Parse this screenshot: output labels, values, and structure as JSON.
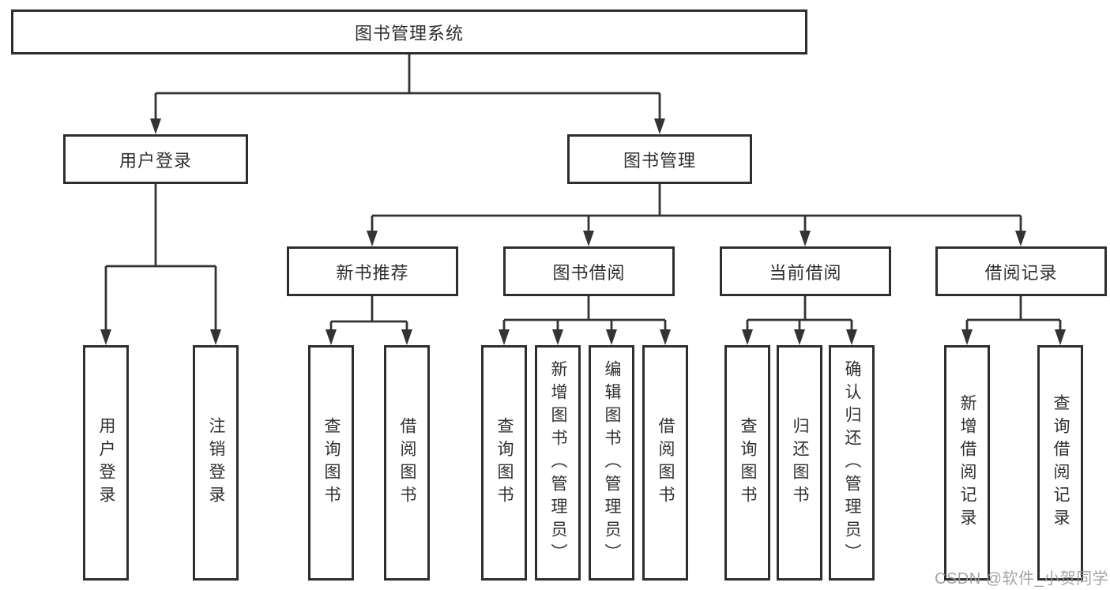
{
  "watermark": "CSDN @软件_小贺同学",
  "tree": {
    "root": {
      "label": "图书管理系统",
      "children": [
        {
          "label": "用户登录",
          "children": [
            {
              "label": "用户登录"
            },
            {
              "label": "注销登录"
            }
          ]
        },
        {
          "label": "图书管理",
          "children": [
            {
              "label": "新书推荐",
              "children": [
                {
                  "label": "查询图书"
                },
                {
                  "label": "借阅图书"
                }
              ]
            },
            {
              "label": "图书借阅",
              "children": [
                {
                  "label": "查询图书"
                },
                {
                  "label": "新增图书（管理员）"
                },
                {
                  "label": "编辑图书（管理员）"
                },
                {
                  "label": "借阅图书"
                }
              ]
            },
            {
              "label": "当前借阅",
              "children": [
                {
                  "label": "查询图书"
                },
                {
                  "label": "归还图书"
                },
                {
                  "label": "确认归还（管理员）"
                }
              ]
            },
            {
              "label": "借阅记录",
              "children": [
                {
                  "label": "新增借阅记录"
                },
                {
                  "label": "查询借阅记录"
                }
              ]
            }
          ]
        }
      ]
    }
  },
  "colors": {
    "line": "#333333",
    "box_border": "#2e2e2e",
    "box_fill": "#ffffff",
    "text": "#2f2f2f",
    "watermark": "#9b9b9b",
    "background": "#ffffff"
  }
}
